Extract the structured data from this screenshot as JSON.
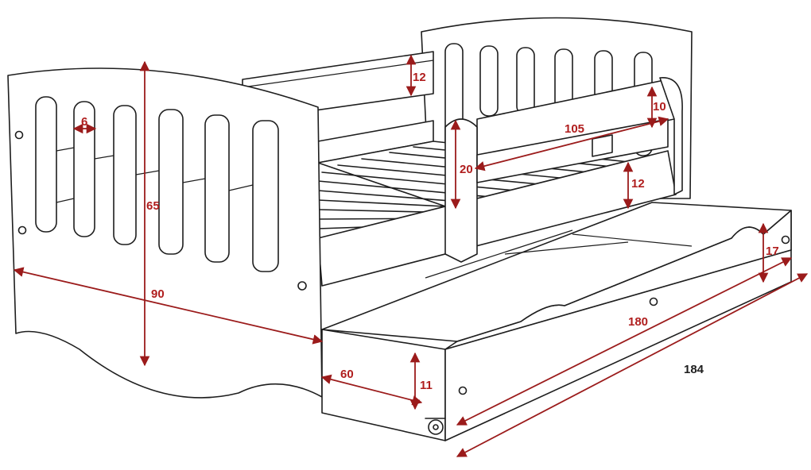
{
  "colors": {
    "line": "#1e1e1e",
    "dimension": "#b01e1e",
    "background": "#ffffff"
  },
  "dimensions": {
    "back_rail_height": "12",
    "guard_rail_height": "10",
    "guard_length": "105",
    "guard_end_height": "20",
    "side_panel_height": "12",
    "slat_spacing": "6",
    "headboard_height": "65",
    "bed_width": "90",
    "drawer_side_height": "17",
    "drawer_length": "180",
    "overall_length": "184",
    "drawer_depth": "60",
    "drawer_front_height": "11"
  }
}
